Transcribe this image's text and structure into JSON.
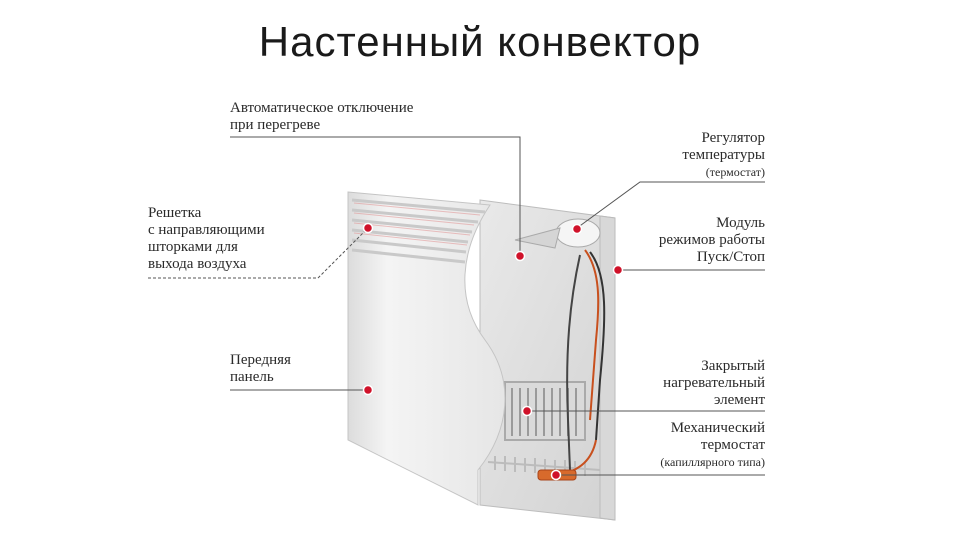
{
  "title": "Настенный конвектор",
  "labels": {
    "auto_shutoff": [
      "Автоматическое отключение",
      "при перегреве"
    ],
    "grille": [
      "Решетка",
      "с направляющими",
      "шторками для",
      "выхода воздуха"
    ],
    "front_panel": [
      "Передняя",
      "панель"
    ],
    "thermostat_regulator": [
      "Регулятор",
      "температуры",
      "(термостат)"
    ],
    "mode_module": [
      "Модуль",
      "режимов работы",
      "Пуск/Стоп"
    ],
    "heating_element": [
      "Закрытый",
      "нагревательный",
      "элемент"
    ],
    "mechanical_thermostat": [
      "Механический",
      "термостат",
      "(капиллярного типа)"
    ]
  },
  "colors": {
    "marker": "#d0122a",
    "wire": "#c8501e",
    "panel": "#eeeeee",
    "leader": "#555555"
  }
}
